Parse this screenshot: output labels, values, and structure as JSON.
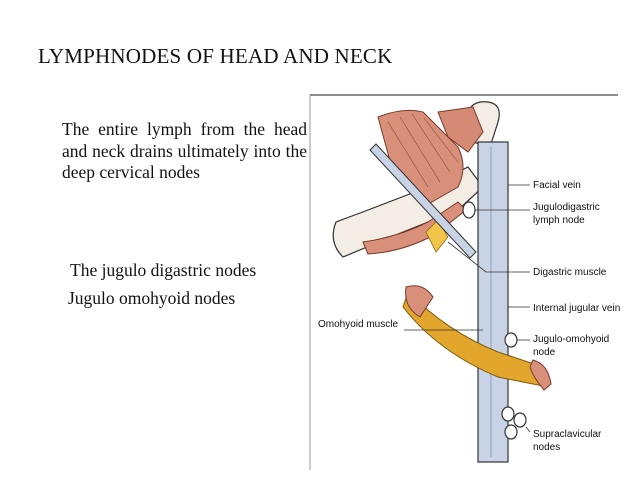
{
  "slide": {
    "title": "LYMPHNODES OF HEAD AND NECK",
    "paragraph": "The entire lymph from the head and neck drains ultimately into the deep cervical nodes",
    "lines": [
      "The jugulo digastric nodes",
      "Jugulo omohyoid nodes"
    ]
  },
  "figure": {
    "labels": {
      "facial_vein": "Facial vein",
      "jugulodigastric_1": "Jugulodigastric",
      "jugulodigastric_2": "lymph node",
      "digastric": "Digastric muscle",
      "ijv": "Internal jugular vein",
      "omohyoid": "Omohyoid muscle",
      "juguloomohyoid_1": "Jugulo-omohyoid",
      "juguloomohyoid_2": "node",
      "supraclavicular_1": "Supraclavicular",
      "supraclavicular_2": "nodes"
    },
    "colors": {
      "muscle": "#d9907a",
      "omohyoid": "#e2a62c",
      "vein": "#c9d3e6"
    }
  }
}
